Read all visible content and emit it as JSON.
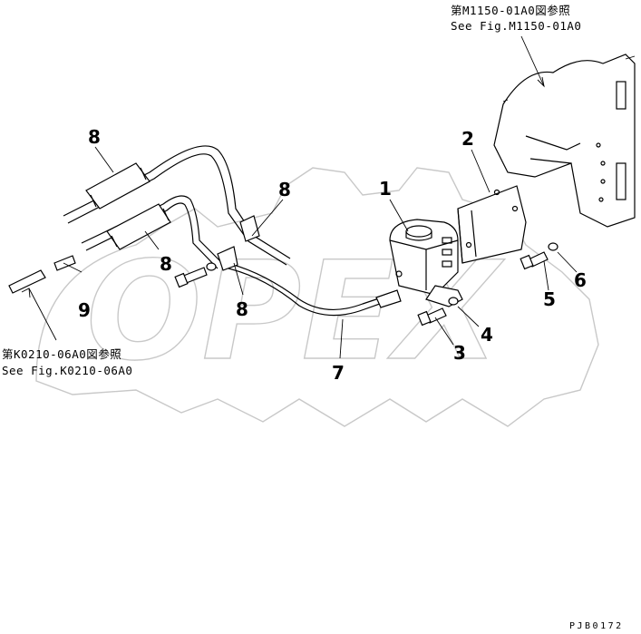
{
  "callouts": {
    "c1": "1",
    "c2": "2",
    "c3": "3",
    "c4": "4",
    "c5": "5",
    "c6": "6",
    "c7": "7",
    "c8a": "8",
    "c8b": "8",
    "c8c": "8",
    "c8d": "8",
    "c9": "9"
  },
  "references": {
    "m1150_jp": "第M1150-01A0図参照",
    "m1150_en": "See Fig.M1150-01A0",
    "k0210_jp": "第K0210-06A0図参照",
    "k0210_en": "See Fig.K0210-06A0"
  },
  "drawing_code": "PJB0172",
  "watermark": "OPEX",
  "colors": {
    "ink": "#000000",
    "watermark": "#c8c8c8",
    "paper": "#ffffff"
  }
}
